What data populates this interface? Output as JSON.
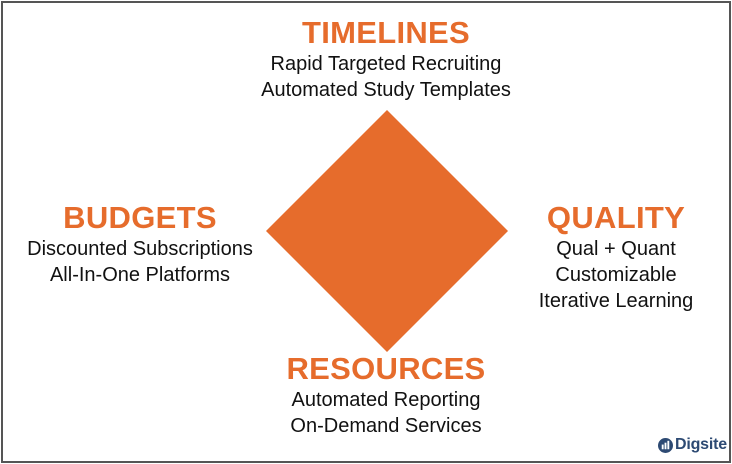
{
  "colors": {
    "accent": "#e66c2c",
    "border": "#555555",
    "text": "#111111",
    "logo": "#2d4a73"
  },
  "top": {
    "heading": "TIMELINES",
    "lines": [
      "Rapid Targeted Recruiting",
      "Automated Study Templates"
    ]
  },
  "left": {
    "heading": "BUDGETS",
    "lines": [
      "Discounted Subscriptions",
      "All-In-One Platforms"
    ]
  },
  "right": {
    "heading": "QUALITY",
    "lines": [
      "Qual + Quant",
      "Customizable",
      "Iterative Learning"
    ]
  },
  "bottom": {
    "heading": "RESOURCES",
    "lines": [
      "Automated Reporting",
      "On-Demand Services"
    ]
  },
  "logo": {
    "text": "Digsite",
    "icon": "digsite-logo-icon"
  }
}
